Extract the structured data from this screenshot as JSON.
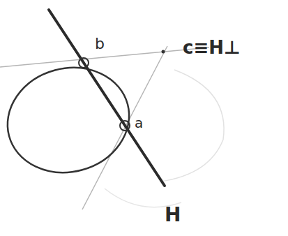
{
  "diagram": {
    "labels": [
      "b",
      "a",
      "c≡H⊥",
      "H"
    ]
  }
}
